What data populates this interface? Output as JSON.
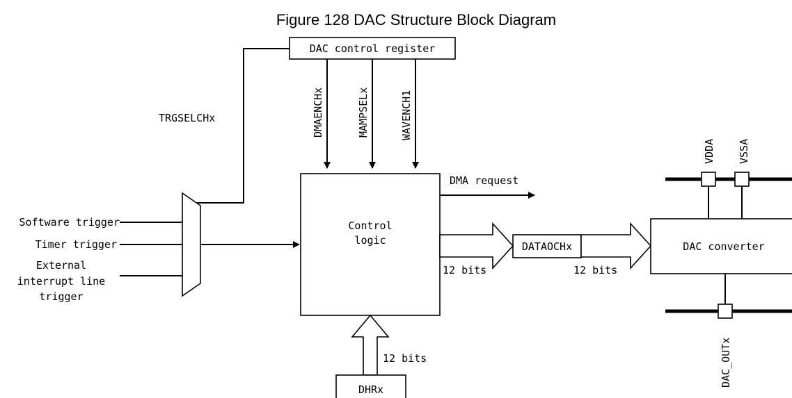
{
  "title": "Figure 128 DAC Structure Block Diagram",
  "blocks": {
    "dac_control_register": "DAC control register",
    "control_logic": [
      "Control",
      "logic"
    ],
    "dataoch": "DATAOCHx",
    "dac_converter": "DAC converter",
    "dhr": "DHRx"
  },
  "signals": {
    "trgsel": "TRGSELCHx",
    "dmaen": "DMAENCHx",
    "mampsel": "MAMPSELx",
    "waven": "WAVENCH1",
    "dma_request": "DMA request",
    "bits_ctrl_to_data": "12 bits",
    "bits_data_to_conv": "12 bits",
    "bits_dhr": "12 bits",
    "vdda": "VDDA",
    "vssa": "VSSA",
    "dac_out": "DAC_OUTx"
  },
  "triggers": {
    "software": "Software trigger",
    "timer": "Timer trigger",
    "external": [
      "External",
      "interrupt line",
      "trigger"
    ]
  }
}
